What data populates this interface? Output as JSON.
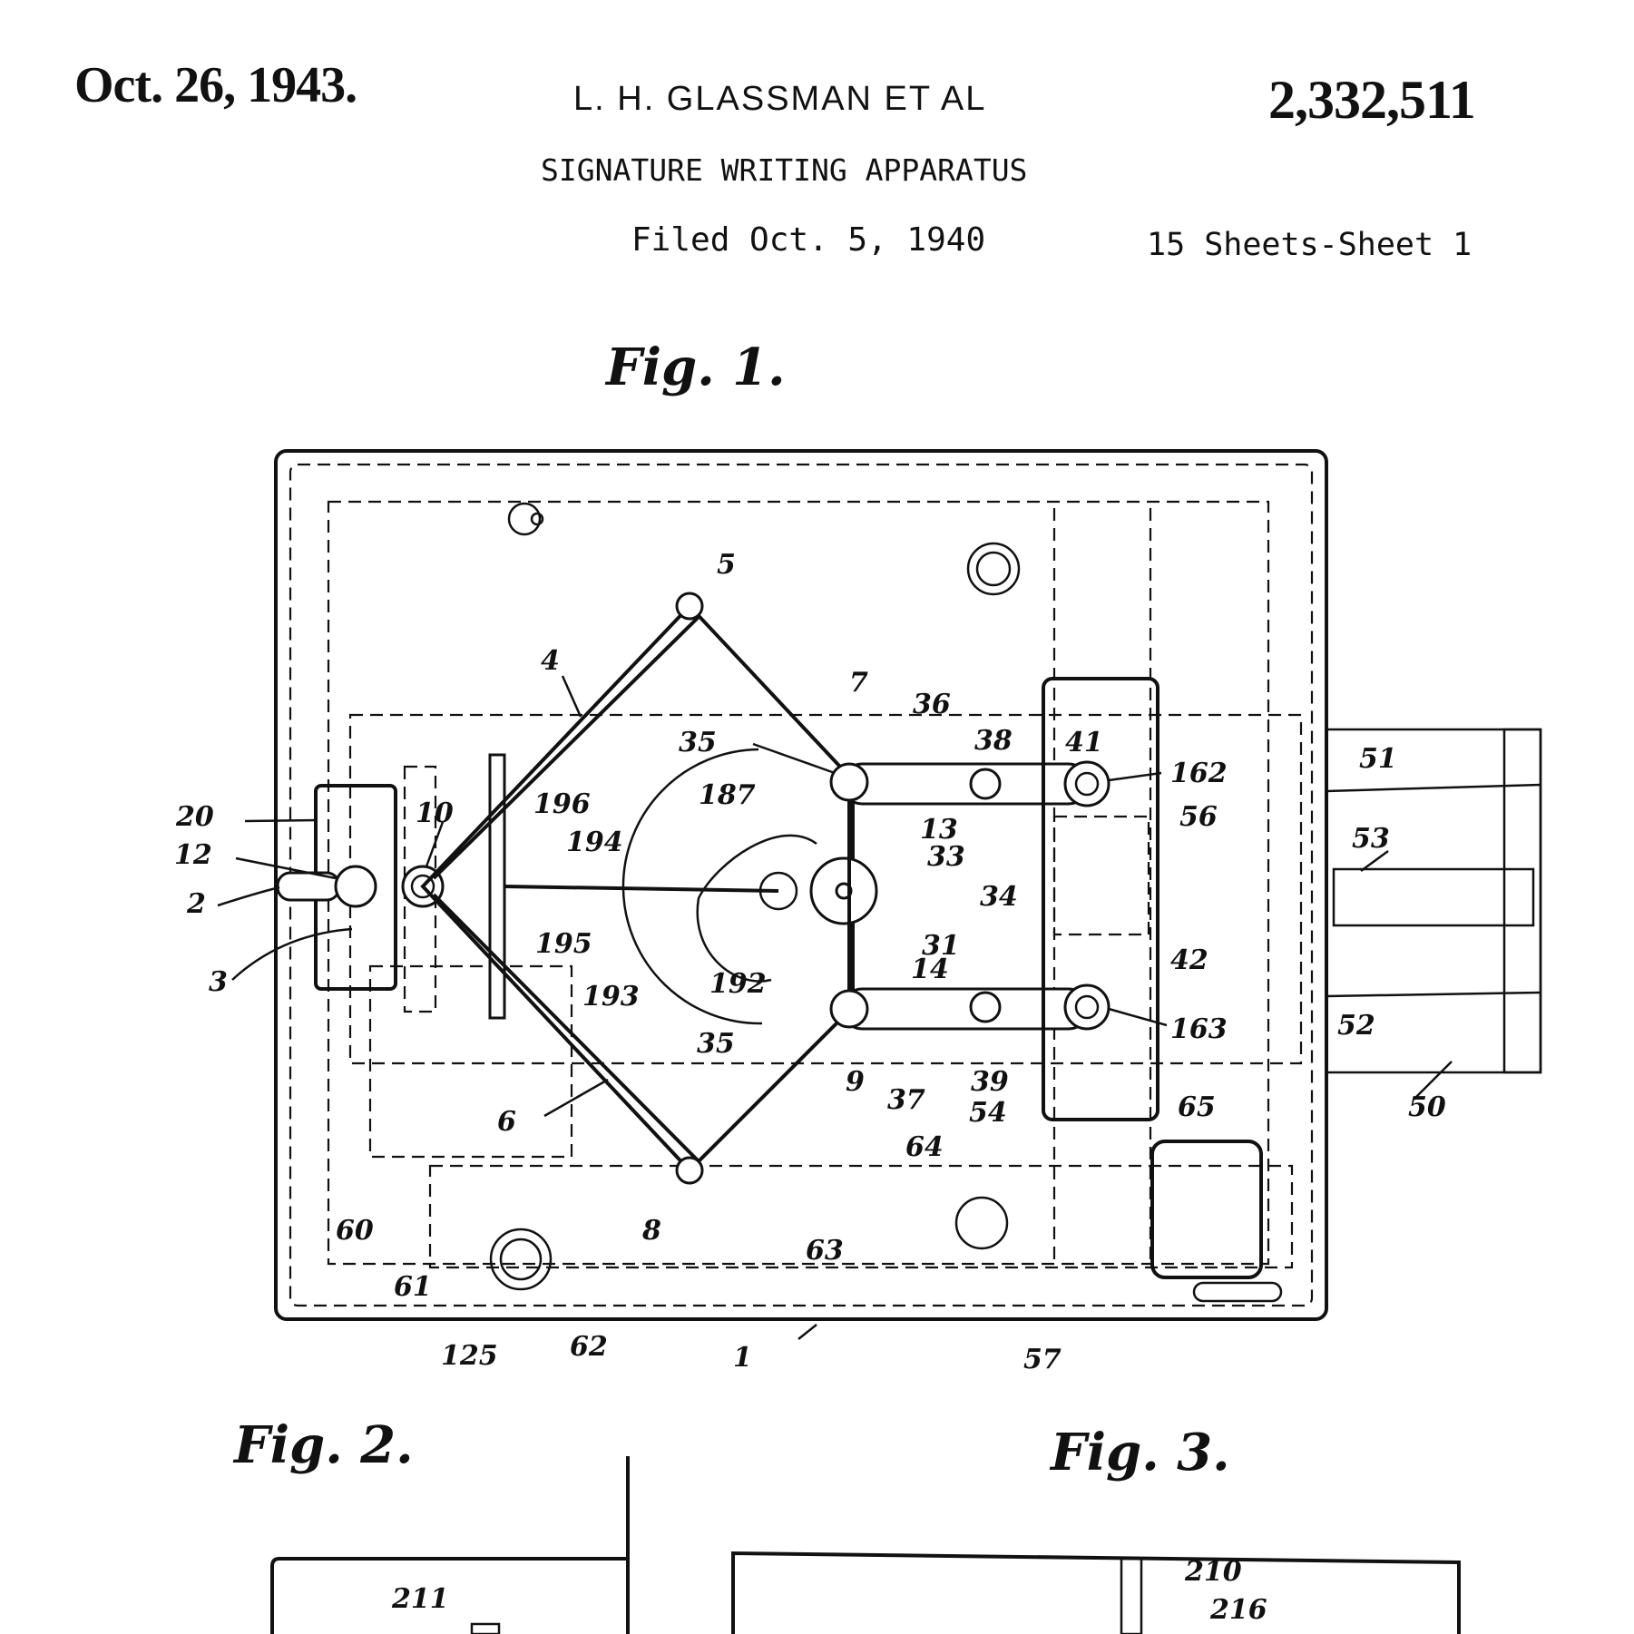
{
  "header": {
    "date": "Oct. 26, 1943.",
    "inventor": "L. H. GLASSMAN ET AL",
    "patent_number": "2,332,511",
    "title": "SIGNATURE WRITING APPARATUS",
    "filed": "Filed Oct. 5, 1940",
    "sheets": "15 Sheets-Sheet 1"
  },
  "figures": {
    "fig1": "Fig. 1.",
    "fig2": "Fig. 2.",
    "fig3": "Fig. 3."
  },
  "refs": {
    "r1": "1",
    "r2": "2",
    "r3": "3",
    "r4": "4",
    "r5": "5",
    "r6": "6",
    "r7": "7",
    "r8": "8",
    "r9": "9",
    "r10": "10",
    "r12": "12",
    "r13": "13",
    "r14": "14",
    "r20": "20",
    "r31": "31",
    "r33": "33",
    "r34": "34",
    "r35a": "35",
    "r35b": "35",
    "r36": "36",
    "r37": "37",
    "r38": "38",
    "r39": "39",
    "r41": "41",
    "r42": "42",
    "r50": "50",
    "r51": "51",
    "r52": "52",
    "r53": "53",
    "r54": "54",
    "r56": "56",
    "r57": "57",
    "r60": "60",
    "r61": "61",
    "r62": "62",
    "r63": "63",
    "r64": "64",
    "r65": "65",
    "r125": "125",
    "r162": "162",
    "r163": "163",
    "r187": "187",
    "r192": "192",
    "r193": "193",
    "r194": "194",
    "r195": "195",
    "r196": "196",
    "r210": "210",
    "r211": "211",
    "r216": "216"
  }
}
